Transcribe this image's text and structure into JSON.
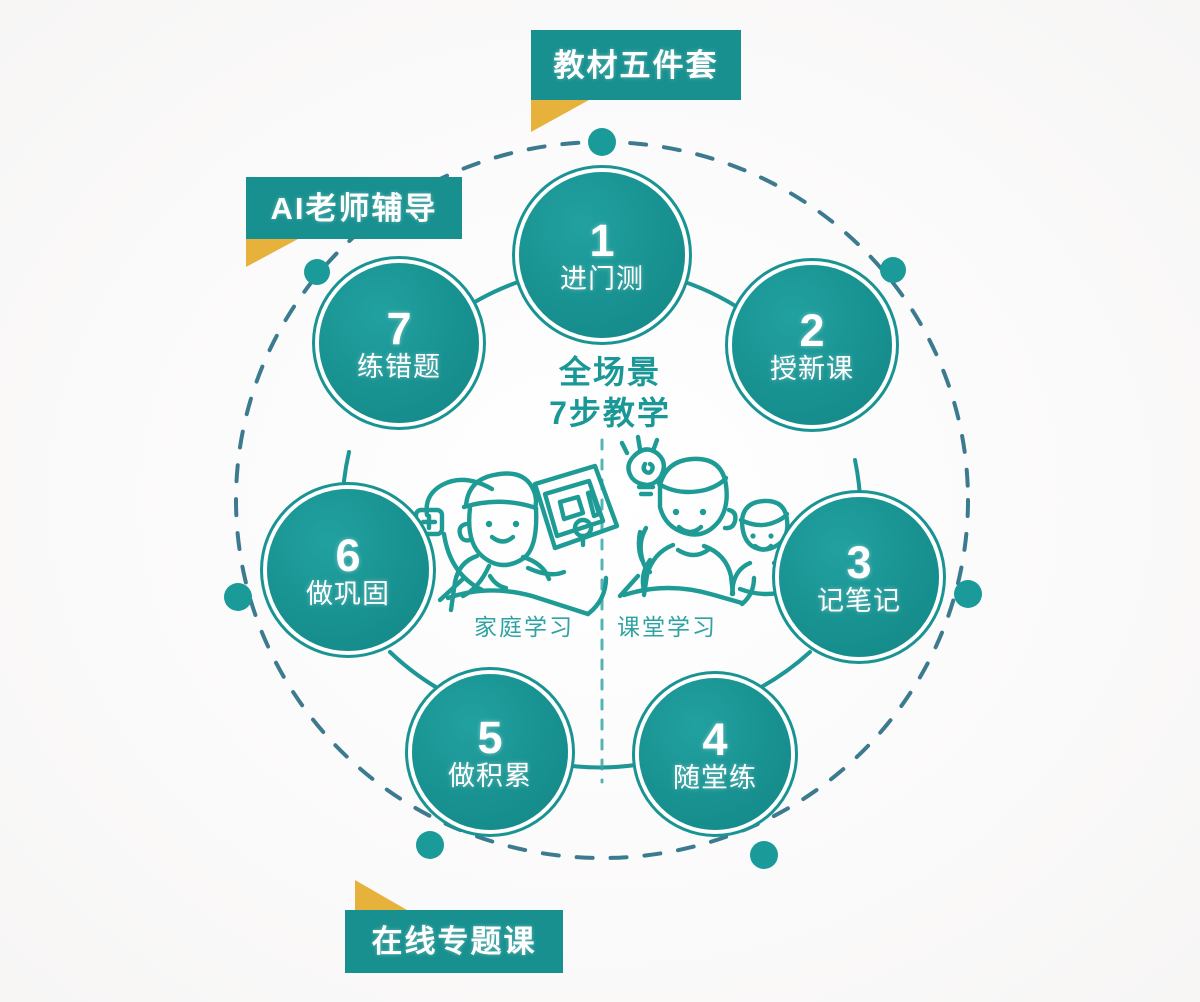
{
  "theme": {
    "teal": "#17908f",
    "teal_light": "#2fa3a2",
    "gold": "#e7b23c",
    "background": "#f9f8f7",
    "text_on_teal": "#ffffff"
  },
  "banners": {
    "top": {
      "text": "教材五件套",
      "icon": "ribbon-tail"
    },
    "left": {
      "text": "AI老师辅导",
      "icon": "ribbon-tail"
    },
    "bottom": {
      "text": "在线专题课",
      "icon": "ribbon-tail"
    }
  },
  "center": {
    "line1": "全场景",
    "line2": "7步教学"
  },
  "steps": [
    {
      "num": "1",
      "label": "进门测"
    },
    {
      "num": "2",
      "label": "授新课"
    },
    {
      "num": "3",
      "label": "记笔记"
    },
    {
      "num": "4",
      "label": "随堂练"
    },
    {
      "num": "5",
      "label": "做积累"
    },
    {
      "num": "6",
      "label": "做巩固"
    },
    {
      "num": "7",
      "label": "练错题"
    }
  ],
  "illustrations": {
    "home": {
      "caption": "家庭学习",
      "icon": "child-with-laptop-icon"
    },
    "class": {
      "caption": "课堂学习",
      "icon": "student-writing-icon"
    }
  }
}
